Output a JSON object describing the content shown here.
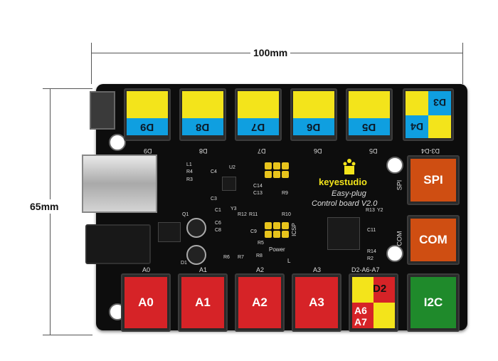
{
  "dimensions": {
    "width_label": "100mm",
    "height_label": "65mm"
  },
  "board": {
    "brand": "keyestudio",
    "title_line1": "Easy-plug",
    "title_line2": "Control board V2.0"
  },
  "digital_ports": [
    {
      "label": "D9",
      "silk": "D9"
    },
    {
      "label": "D8",
      "silk": "D8"
    },
    {
      "label": "D7",
      "silk": "D7"
    },
    {
      "label": "D6",
      "silk": "D6"
    },
    {
      "label": "D5",
      "silk": "D5"
    }
  ],
  "d3d4_port": {
    "top_label": "D3",
    "bottom_label": "D4",
    "silk": "D3-D4"
  },
  "right_ports": [
    {
      "label": "SPI",
      "silk": "SPI"
    },
    {
      "label": "COM",
      "silk": "COM"
    }
  ],
  "analog_ports": [
    {
      "label": "A0",
      "silk": "A0"
    },
    {
      "label": "A1",
      "silk": "A1"
    },
    {
      "label": "A2",
      "silk": "A2"
    },
    {
      "label": "A3",
      "silk": "A3"
    }
  ],
  "combo_port": {
    "silk": "D2-A6-A7",
    "d2": "D2",
    "a6": "A6",
    "a7": "A7"
  },
  "i2c_port": {
    "label": "I2C"
  },
  "silkscreen": {
    "icsp": "ICSP",
    "power": "Power",
    "led": "L",
    "components": [
      "L1",
      "R4",
      "R3",
      "C4",
      "U2",
      "C14",
      "R9",
      "C13",
      "C3",
      "R12",
      "R11",
      "Y3",
      "R10",
      "C1",
      "C9",
      "C6",
      "C8",
      "R7",
      "R6",
      "R8",
      "R5",
      "Q1",
      "D1",
      "R13",
      "Y2",
      "C11",
      "R14",
      "R2"
    ]
  },
  "colors": {
    "yellow": "#f3e41b",
    "blue": "#0f9fe0",
    "red": "#d62327",
    "orange": "#cf4e12",
    "green": "#1f8a2b"
  }
}
